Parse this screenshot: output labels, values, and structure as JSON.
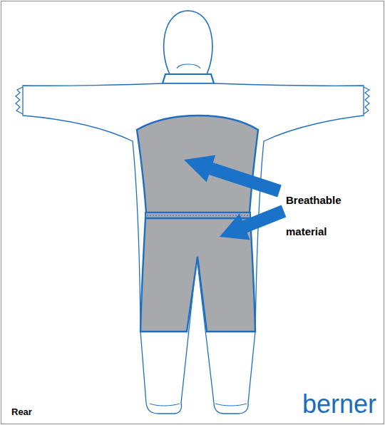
{
  "diagram": {
    "labels": [
      "Breathable",
      "material",
      "Rear",
      "berner"
    ]
  }
}
